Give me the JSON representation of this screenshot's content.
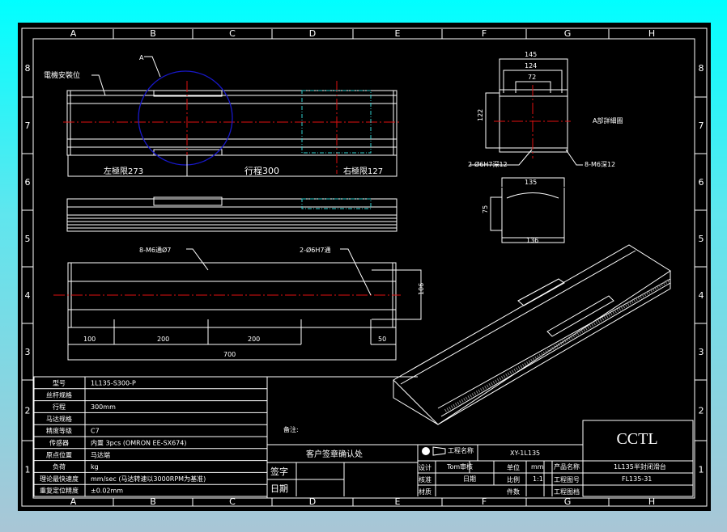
{
  "frame": {
    "columns": [
      "A",
      "B",
      "C",
      "D",
      "E",
      "F",
      "G",
      "H"
    ],
    "rows": [
      "8",
      "7",
      "6",
      "5",
      "4",
      "3",
      "2",
      "1"
    ]
  },
  "top_view": {
    "callout_a": "A",
    "motor_mount": "電機安裝位",
    "left_limit": "左極限273",
    "stroke": "行程300",
    "right_limit": "右極限127"
  },
  "bottom_view": {
    "hole_note_1": "8-M6通Ø7",
    "hole_note_2": "2-Ø6H7通",
    "dims": [
      "100",
      "200",
      "200",
      "50"
    ],
    "total": "700",
    "height": "106"
  },
  "end_view": {
    "w1": "145",
    "w2": "124",
    "w3": "72",
    "h": "122",
    "label": "A部詳細圖",
    "note_left": "2-Ø6H7深12",
    "note_right": "8-M6深12"
  },
  "section_view": {
    "w_top": "135",
    "w_bottom": "136",
    "h": "75"
  },
  "spec_table": [
    {
      "label": "型号",
      "value": "1L135-S300-P"
    },
    {
      "label": "丝杆规格",
      "value": ""
    },
    {
      "label": "行程",
      "value": "300mm"
    },
    {
      "label": "马达规格",
      "value": ""
    },
    {
      "label": "精度等级",
      "value": "C7"
    },
    {
      "label": "传感器",
      "value": "内置 3pcs (OMRON EE-SX674)"
    },
    {
      "label": "原点位置",
      "value": "马达端"
    },
    {
      "label": "负荷",
      "value": "kg"
    },
    {
      "label": "理论最快速度",
      "value": "mm/sec (马达转速以3000RPM为基准)"
    },
    {
      "label": "重复定位精度",
      "value": "±0.02mm"
    }
  ],
  "remarks_label": "备注:",
  "customer": {
    "title": "客户签章确认处",
    "sign": "签字",
    "date": "日期"
  },
  "title_block": {
    "logo": "CCTL",
    "project_name_label": "工程名称",
    "project_name": "XY-1L135",
    "design_label": "设计",
    "design_value": "Tom",
    "review_label": "审核",
    "approve_label": "核准",
    "approve_value": "日期",
    "material_label": "材质",
    "unit_label": "单位",
    "unit_value": "mm",
    "scale_label": "比例",
    "scale_value": "1:1",
    "qty_label": "件数",
    "product_name_label": "产品名称",
    "product_name": "1L135半封闭滑台",
    "drawing_no_label": "工程图号",
    "drawing_no": "FL135-31",
    "drawing_date_label": "工程图档"
  }
}
